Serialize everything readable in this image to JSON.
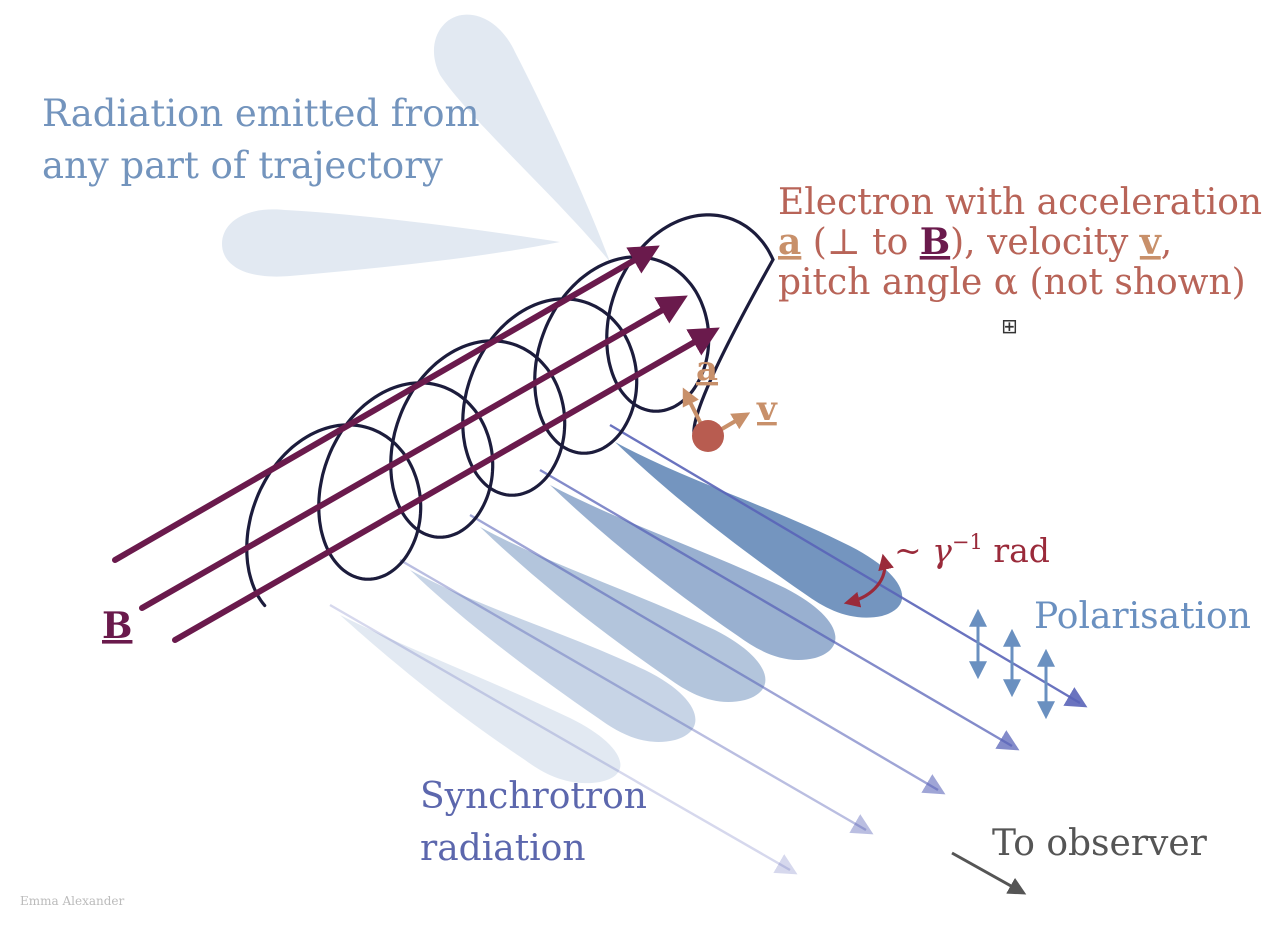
{
  "labels": {
    "radiation_line1": "Radiation emitted from",
    "radiation_line2": "any part of trajectory",
    "electron_line1": "Electron with acceleration",
    "electron_a": "a",
    "electron_mid1": " (⊥ to ",
    "electron_B": "B",
    "electron_mid2": "), velocity ",
    "electron_v": "v",
    "electron_end": ",",
    "electron_line3": "pitch angle α (not shown)",
    "vec_a": "a",
    "vec_v": "v",
    "field_B": "B",
    "beam_prefix": "~ ",
    "beam_gamma": "γ",
    "beam_exp": "−1",
    "beam_unit": " rad",
    "polarisation": "Polarisation",
    "synchrotron_line1": "Synchrotron",
    "synchrotron_line2": "radiation",
    "observer": "To observer",
    "credit": "Emma Alexander",
    "expand_glyph": "⊞"
  },
  "colors": {
    "field": "#6a1a4c",
    "helix": "#1c1c3c",
    "electron": "#b85c50",
    "vector": "#c8906a",
    "lobe": "#6d8fbc",
    "ray": "#5a64b8",
    "polarisation": "#6a90c0",
    "beam_arc": "#9a2a3a",
    "radiation_text": "#7394bd",
    "electron_text": "#b86458",
    "synchrotron_text": "#5c67ad",
    "observer": "#555555",
    "credit": "#bbbbbb"
  },
  "icons": {
    "electron": "filled-circle",
    "expand": "squared-plus-icon",
    "arrowheads": "triangle-arrowhead"
  }
}
